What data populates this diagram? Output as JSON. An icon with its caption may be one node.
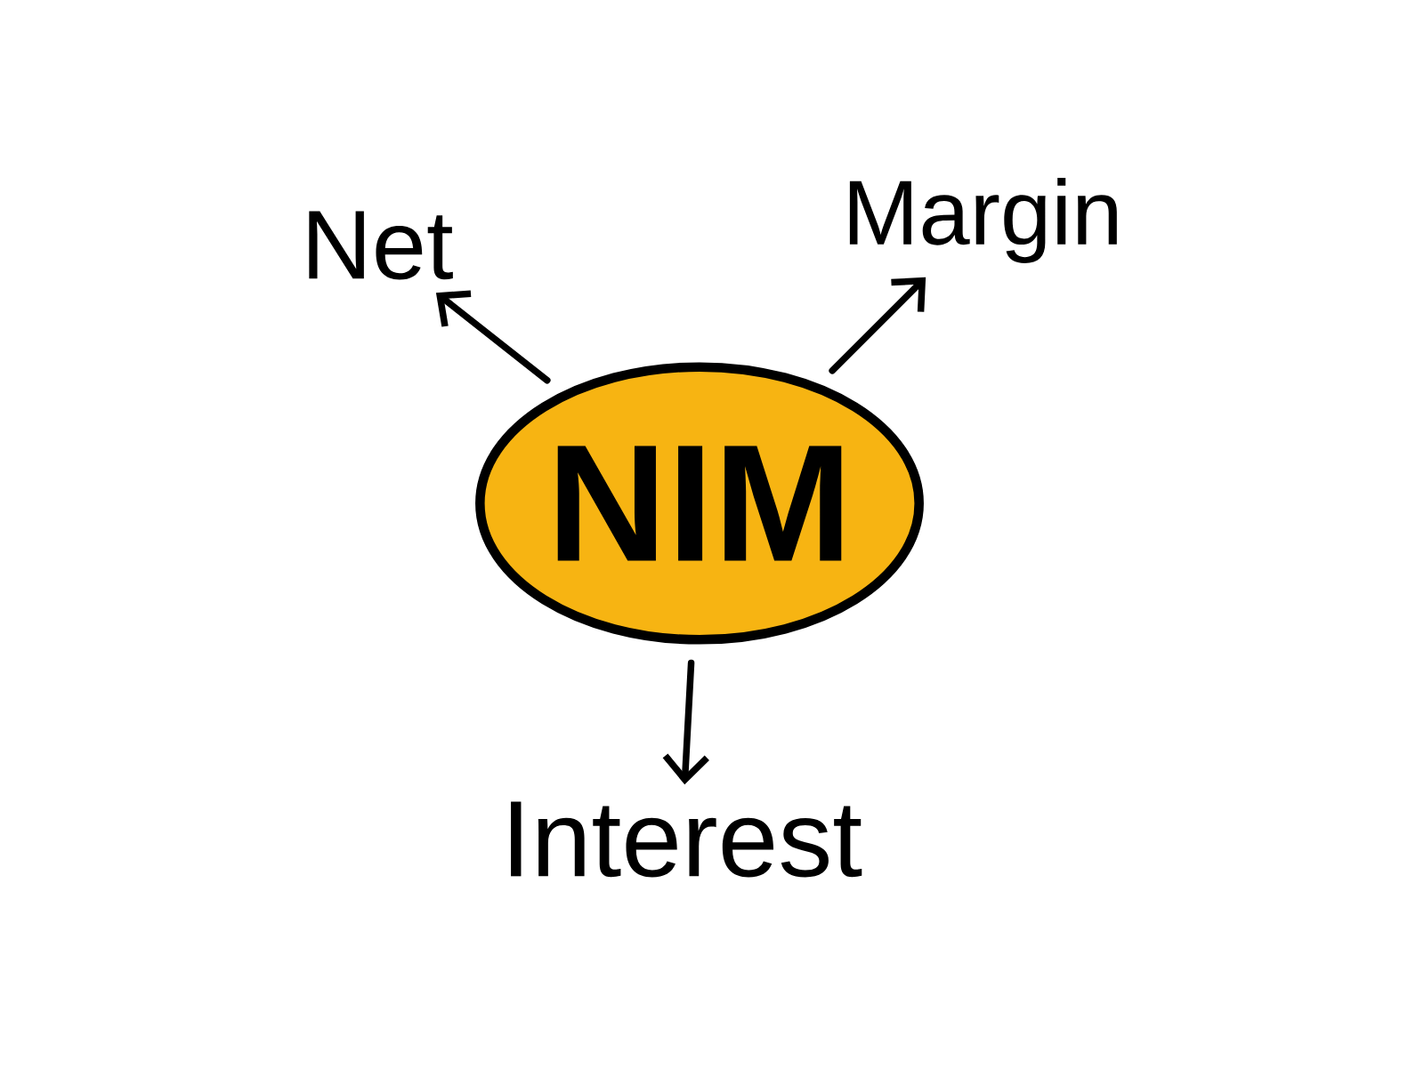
{
  "diagram": {
    "nodes": [
      {
        "text": [
          "NIM"
        ]
      },
      {
        "text": [
          "Net"
        ]
      },
      {
        "text": [
          "Margin"
        ]
      },
      {
        "text": [
          "Interest"
        ]
      }
    ],
    "edges": [
      {
        "from": 0,
        "to": 1,
        "arrow": "to"
      },
      {
        "from": 0,
        "to": 2,
        "arrow": "to"
      },
      {
        "from": 0,
        "to": 3,
        "arrow": "to"
      }
    ]
  }
}
